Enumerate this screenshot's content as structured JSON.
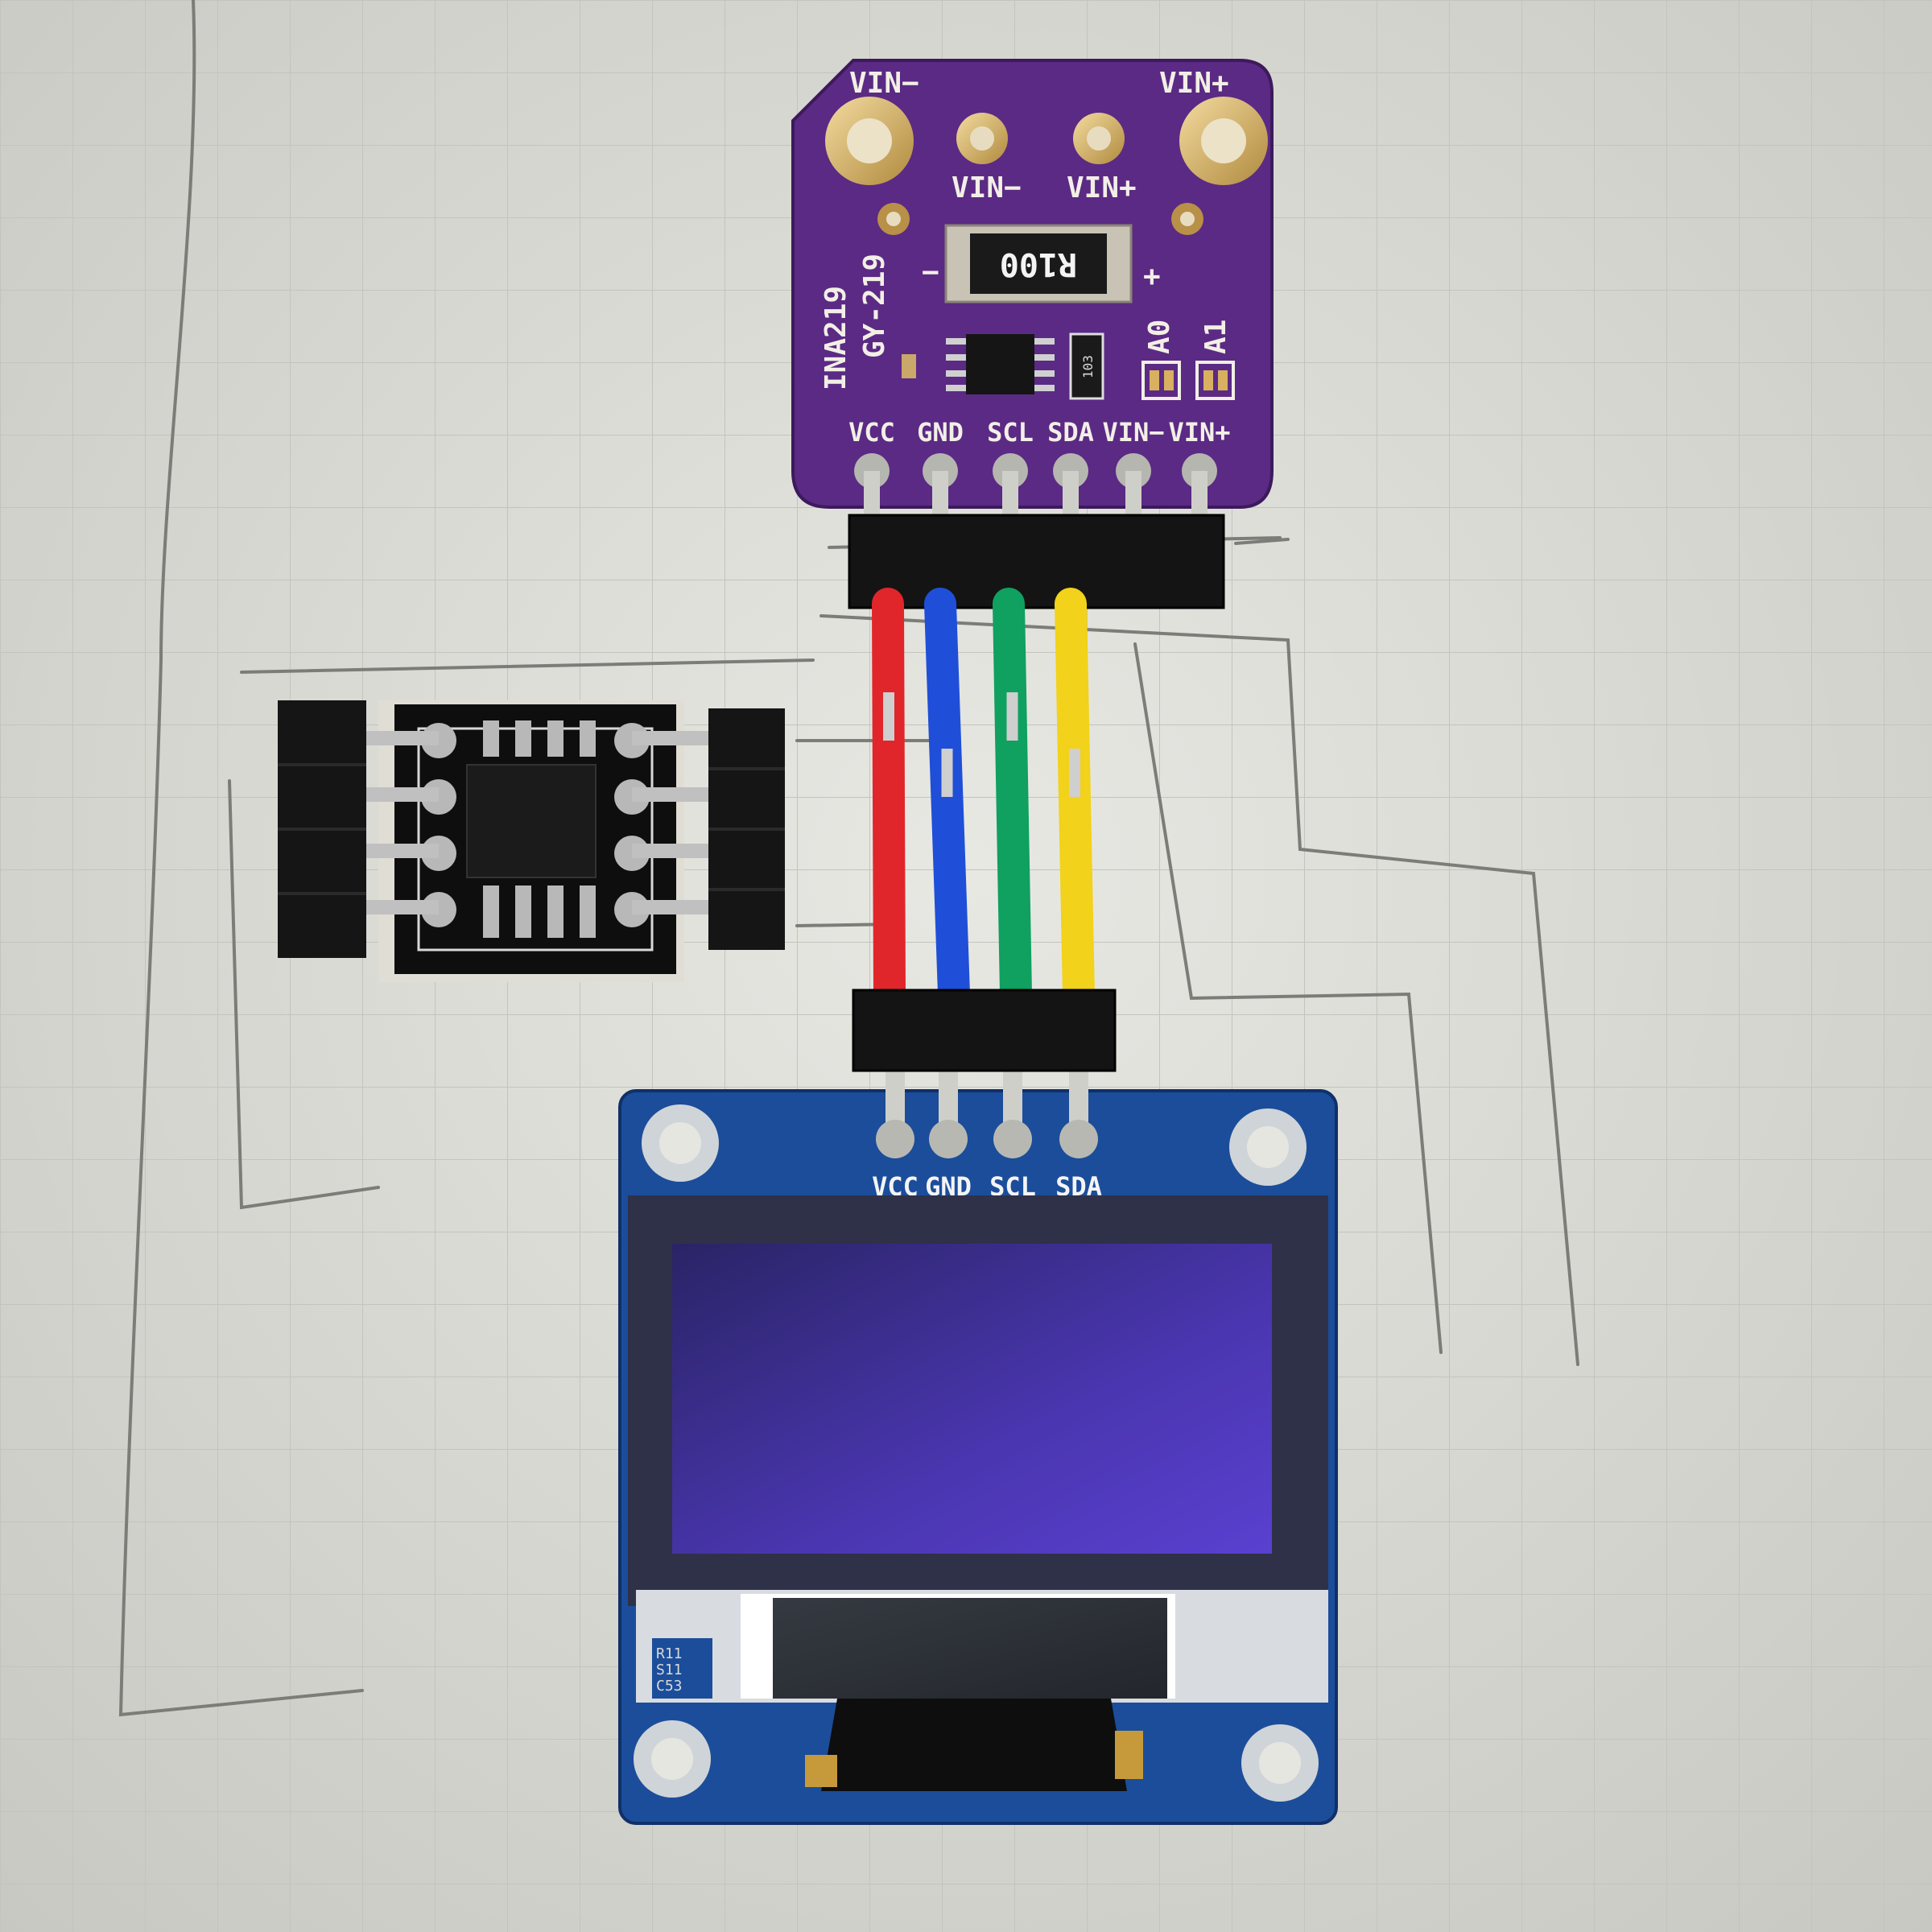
{
  "ina219_board": {
    "name": "INA219",
    "model": "GY-219",
    "top_left": "VIN−",
    "top_right": "VIN+",
    "mid_left": "VIN−",
    "mid_right": "VIN+",
    "resistor": "R100",
    "sign_minus": "−",
    "sign_plus": "+",
    "a0": "A0",
    "a1": "A1",
    "chip_res": "103",
    "pins": [
      "VCC",
      "GND",
      "SCL",
      "SDA",
      "VIN−",
      "VIN+"
    ]
  },
  "oled_board": {
    "pins": [
      "VCC",
      "GND",
      "SCL",
      "SDA"
    ],
    "corner_marks": [
      "R11",
      "S11",
      "C53"
    ]
  },
  "wires": [
    "#e0262a",
    "#1f4fd8",
    "#10a060",
    "#f2d21a"
  ]
}
